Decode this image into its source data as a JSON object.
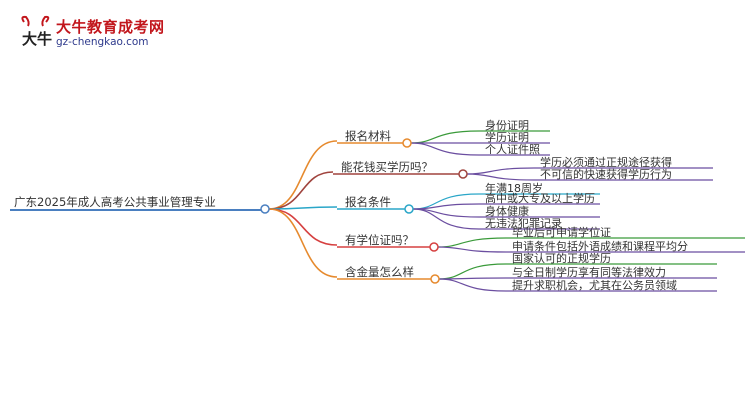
{
  "logo": {
    "title": "大牛教育成考网",
    "url": "gz-chengkao.com",
    "mark_text": "大牛",
    "icon": "bull-logo-icon"
  },
  "colors": {
    "root_line": "#4a7fc0",
    "branch_1": "#e68a2e",
    "branch_2": "#a0443e",
    "branch_3": "#2aa6c8",
    "branch_4": "#d64040",
    "branch_5": "#e68a2e",
    "leaf_green": "#3a9a3a",
    "leaf_purple": "#6b4ea0",
    "text": "#333333"
  },
  "mindmap": {
    "root": "广东2025年成人高考公共事业管理专业",
    "branches": [
      {
        "label": "报名材料",
        "leaves": [
          "身份证明",
          "学历证明",
          "个人证件照"
        ]
      },
      {
        "label": "能花钱买学历吗？",
        "leaves": [
          "学历必须通过正规途径获得",
          "不可信的快速获得学历行为"
        ]
      },
      {
        "label": "报名条件",
        "leaves": [
          "年满18周岁",
          "高中或大专及以上学历",
          "身体健康",
          "无违法犯罪记录"
        ]
      },
      {
        "label": "有学位证吗？",
        "leaves": [
          "毕业后可申请学位证",
          "申请条件包括外语成绩和课程平均分"
        ]
      },
      {
        "label": "含金量怎么样",
        "leaves": [
          "国家认可的正规学历",
          "与全日制学历享有同等法律效力",
          "提升求职机会，尤其在公务员领域"
        ]
      }
    ]
  }
}
